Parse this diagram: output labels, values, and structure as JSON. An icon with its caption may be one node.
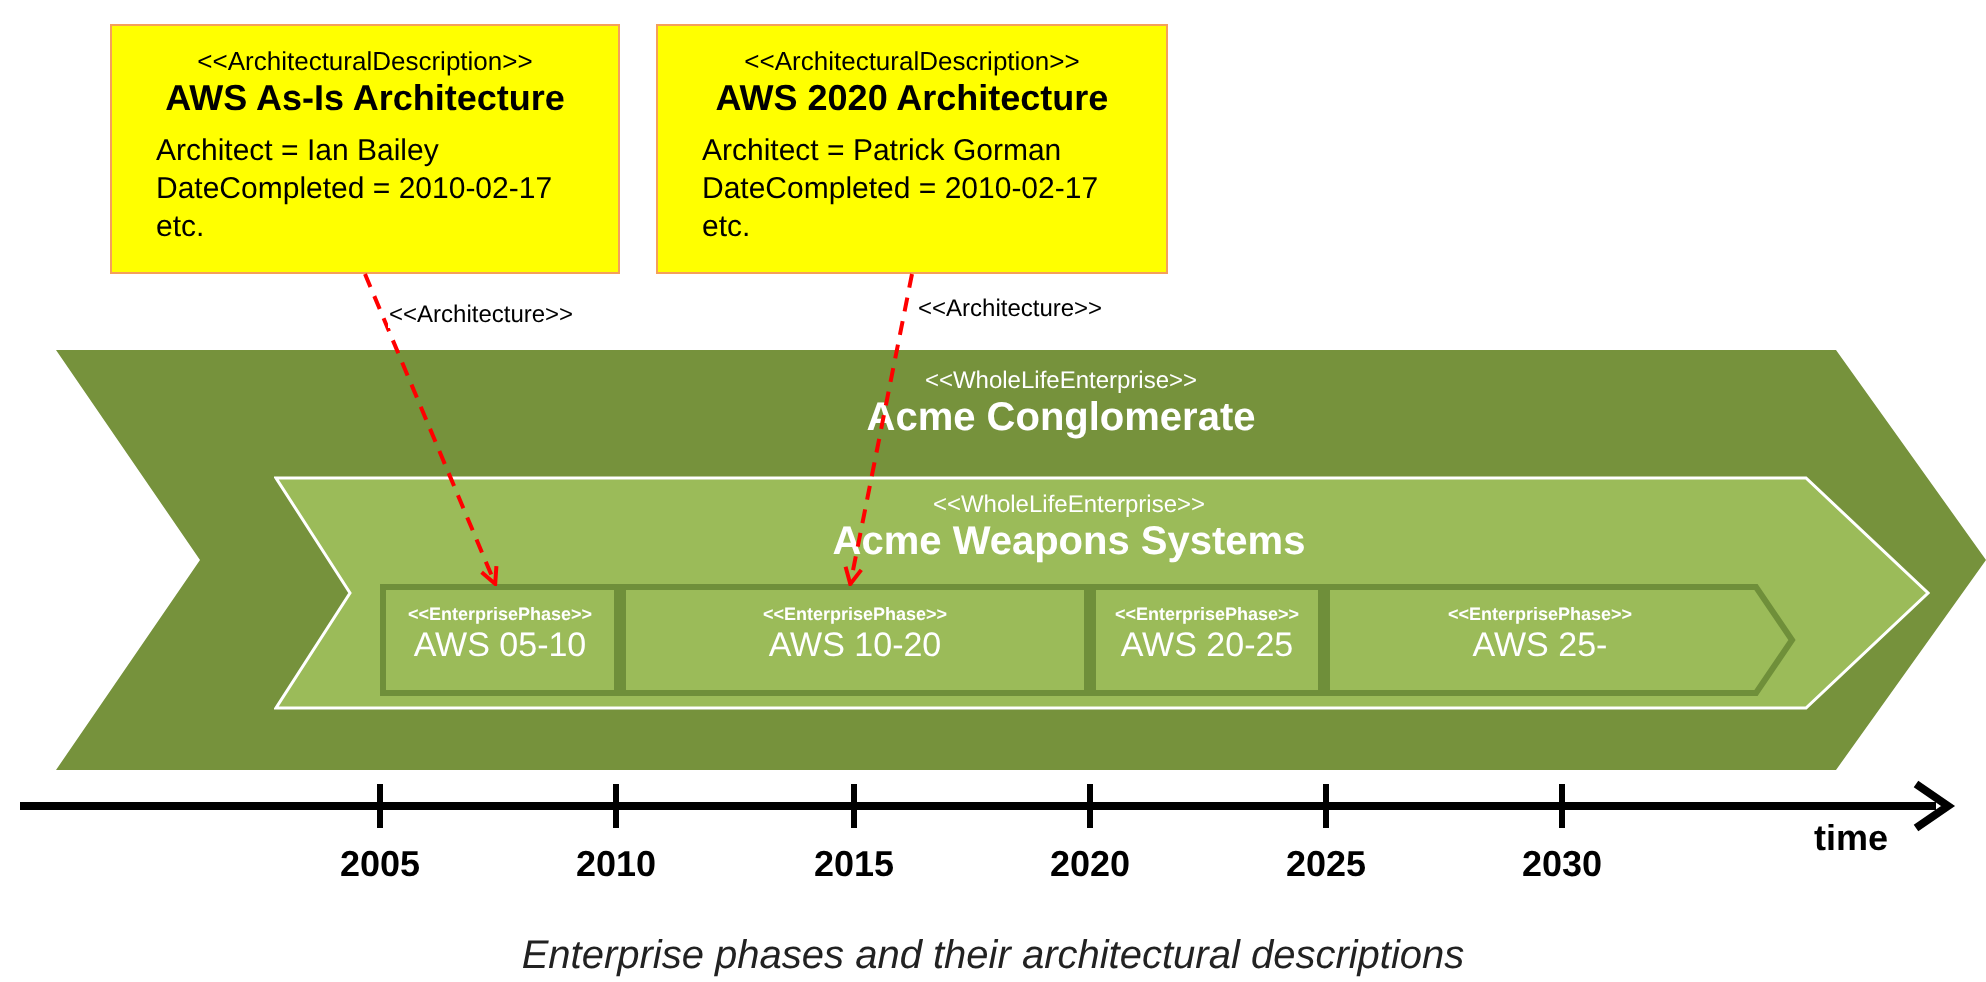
{
  "diagram": {
    "caption": "Enterprise phases and their architectural descriptions",
    "nodes": [
      {
        "text": [
          "<<ArchitecturalDescription>>",
          "AWS As-Is Architecture",
          "Architect = Ian Bailey",
          "DateCompleted = 2010-02-17",
          "etc."
        ]
      },
      {
        "text": [
          "<<ArchitecturalDescription>>",
          "AWS 2020 Architecture",
          "Architect = Patrick Gorman",
          "DateCompleted = 2010-02-17",
          "etc."
        ]
      },
      {
        "text": [
          "<<WholeLifeEnterprise>>",
          "Acme Conglomerate"
        ]
      },
      {
        "text": [
          "<<WholeLifeEnterprise>>",
          "Acme Weapons Systems"
        ],
        "in": 2
      },
      {
        "text": [
          "<<EnterprisePhase>>",
          "AWS 05-10"
        ],
        "in": 3
      },
      {
        "text": [
          "<<EnterprisePhase>>",
          "AWS 10-20"
        ],
        "in": 3
      },
      {
        "text": [
          "<<EnterprisePhase>>",
          "AWS 20-25"
        ],
        "in": 3
      },
      {
        "text": [
          "<<EnterprisePhase>>",
          "AWS 25-"
        ],
        "in": 3
      }
    ],
    "edges": [
      {
        "from": 0,
        "to": 4,
        "arrow": "to",
        "label": "<<Architecture>>",
        "style": "dashed",
        "color": "#ff0000"
      },
      {
        "from": 1,
        "to": 5,
        "arrow": "to",
        "label": "<<Architecture>>",
        "style": "dashed",
        "color": "#ff0000"
      }
    ],
    "labels": [
      "2005",
      "2010",
      "2015",
      "2020",
      "2025",
      "2030",
      "time"
    ]
  }
}
